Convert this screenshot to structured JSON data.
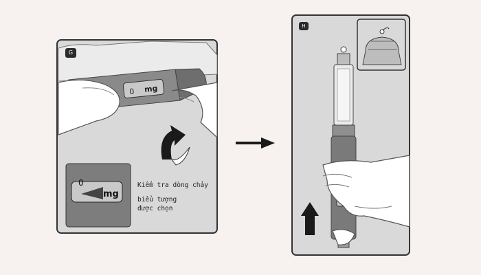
{
  "panel_g": {
    "badge": "G",
    "dose_label_zero": "0",
    "dose_label_unit": "mg",
    "inset_zero": "0",
    "inset_unit": "mg",
    "caption_line1": "Kiểm tra dòng chảy",
    "caption_line2": "biểu tượng",
    "caption_line3": "được chọn"
  },
  "panel_h": {
    "badge": "H"
  },
  "colors": {
    "panel_bg": "#d9d9d9",
    "page_bg": "#f7f1f0",
    "pen_gray": "#7a7a7a",
    "arrow_dark": "#1a1a1a"
  }
}
